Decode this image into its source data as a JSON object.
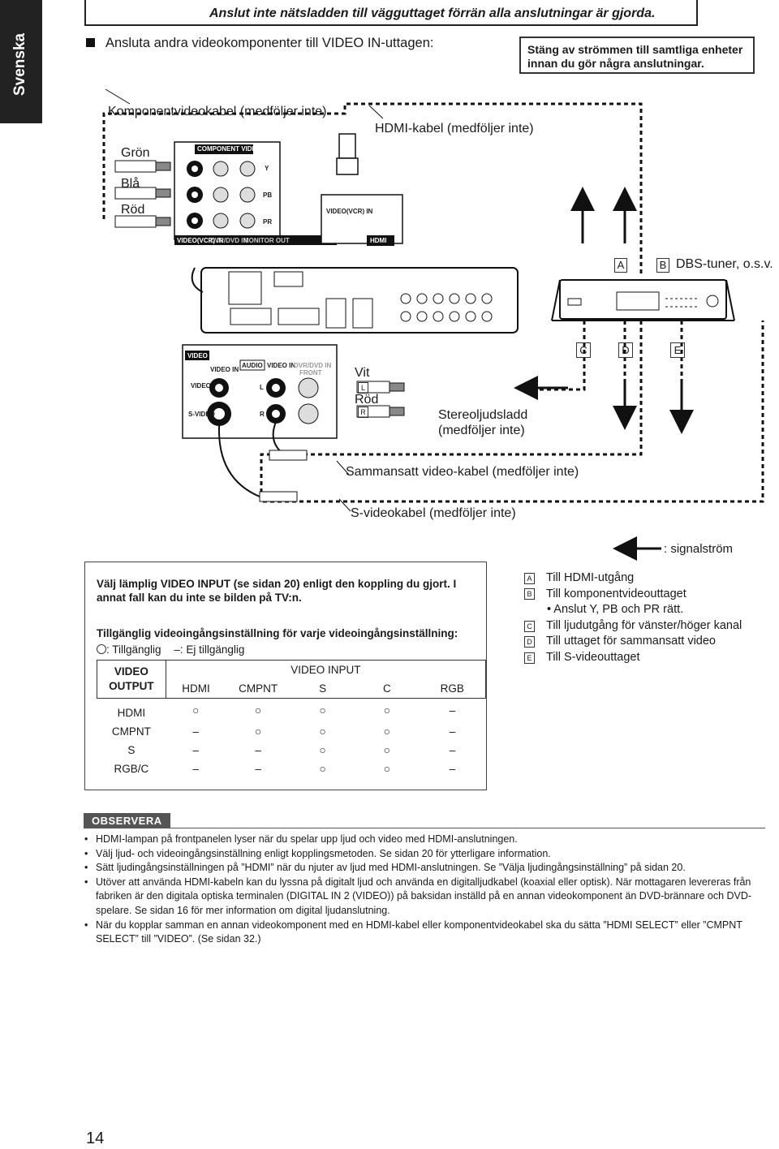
{
  "side_tab": {
    "label": "Svenska"
  },
  "top_warning": "Anslut inte nätsladden till vägguttaget förrän alla anslutningar är gjorda.",
  "heading": "Ansluta andra videokomponenter till VIDEO IN-uttagen:",
  "notice": "Stäng av strömmen till samtliga enheter innan du gör några anslutningar.",
  "diagram": {
    "component_cable": "Komponentvideokabel (medföljer inte)",
    "hdmi_cable": "HDMI-kabel (medföljer inte)",
    "colors": {
      "green": "Grön",
      "blue": "Blå",
      "red": "Röd"
    },
    "component_panel": {
      "header": "COMPONENT VIDEO",
      "y": "Y",
      "pb": "PB",
      "pr": "PR",
      "footer": [
        "VIDEO(VCR) IN",
        "DVR/DVD IN",
        "MONITOR OUT"
      ]
    },
    "hdmi_panel": {
      "label": "VIDEO(VCR) IN",
      "badge": "HDMI"
    },
    "source_device": "DBS-tuner, o.s.v.",
    "front_panel": {
      "video_header": "VIDEO",
      "video_in": "VIDEO IN",
      "video": "VIDEO",
      "svideo": "S-VIDEO",
      "audio_header": "AUDIO",
      "audio_video_in": "VIDEO IN",
      "dvr_dvd_in": "DVR/DVD IN",
      "front": "FRONT",
      "l": "L",
      "r": "R"
    },
    "white": "Vit",
    "red": "Röd",
    "plug_l": "L",
    "plug_r": "R",
    "stereo_cable": "Stereoljudsladd (medföljer inte)",
    "composite_cable": "Sammansatt video-kabel (medföljer inte)",
    "svideo_cable": "S-videokabel (medföljer inte)",
    "markers": [
      "A",
      "B",
      "C",
      "D",
      "E"
    ],
    "signal_legend": ": signalström"
  },
  "panel": {
    "intro": "Välj lämplig VIDEO INPUT (se sidan 20) enligt den koppling du gjort. I annat fall kan du inte se bilden på TV:n.",
    "availability_title": "Tillgänglig videoingångsinställning för varje videoingångsinställning:",
    "legend_available": ": Tillgänglig",
    "legend_unavailable": "–: Ej tillgänglig",
    "table": {
      "video_output": "VIDEO OUTPUT",
      "video_input": "VIDEO INPUT",
      "columns": [
        "HDMI",
        "CMPNT",
        "S",
        "C",
        "RGB"
      ],
      "rows": [
        {
          "label": "HDMI",
          "values": [
            "○",
            "○",
            "○",
            "○",
            "–"
          ]
        },
        {
          "label": "CMPNT",
          "values": [
            "–",
            "○",
            "○",
            "○",
            "–"
          ]
        },
        {
          "label": "S",
          "values": [
            "–",
            "–",
            "○",
            "○",
            "–"
          ]
        },
        {
          "label": "RGB/C",
          "values": [
            "–",
            "–",
            "○",
            "○",
            "–"
          ]
        }
      ]
    }
  },
  "legend": [
    {
      "key": "A",
      "text": "Till HDMI-utgång"
    },
    {
      "key": "B",
      "text": "Till komponentvideouttaget"
    },
    {
      "key": "",
      "text": "• Anslut Y, PB och PR rätt."
    },
    {
      "key": "C",
      "text": "Till ljudutgång för vänster/höger kanal"
    },
    {
      "key": "D",
      "text": "Till uttaget för sammansatt video"
    },
    {
      "key": "E",
      "text": "Till S-videouttaget"
    }
  ],
  "notes_title": "OBSERVERA",
  "notes": [
    "HDMI-lampan på frontpanelen lyser när du spelar upp ljud och video med HDMI-anslutningen.",
    "Välj ljud- och videoingångsinställning enligt kopplingsmetoden. Se sidan 20 för ytterligare information.",
    "Sätt ljudingångsinställningen på ”HDMI” när du njuter av ljud med HDMI-anslutningen. Se ”Välja ljudingångsinställning” på sidan 20.",
    "Utöver att använda HDMI-kabeln kan du lyssna på digitalt ljud och använda en digitalljudkabel (koaxial eller optisk). När mottagaren levereras från fabriken är den digitala optiska terminalen (DIGITAL IN 2 (VIDEO)) på baksidan inställd på en annan videokomponent än DVD-brännare och DVD-spelare. Se sidan 16 för mer information om digital ljudanslutning.",
    "När du kopplar samman en annan videokomponent med en HDMI-kabel eller komponentvideokabel ska du sätta ”HDMI SELECT” eller ”CMPNT SELECT” till ”VIDEO”. (Se sidan 32.)"
  ],
  "page_number": "14"
}
